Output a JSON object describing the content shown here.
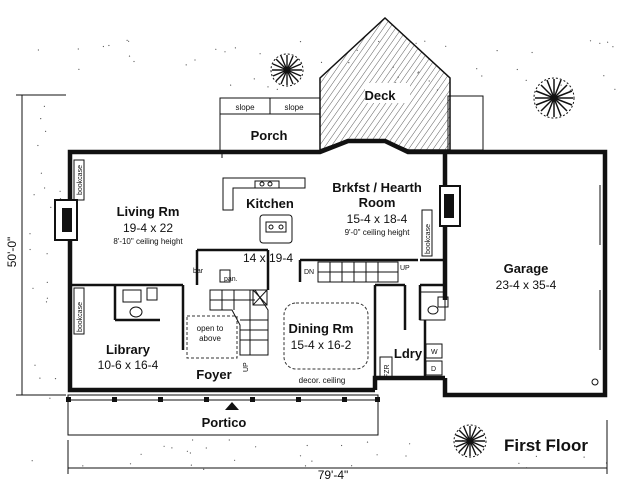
{
  "title": "First Floor",
  "overall_width": "79'-4\"",
  "overall_depth": "50'-0\"",
  "rooms": {
    "deck": {
      "name": "Deck"
    },
    "porch": {
      "name": "Porch",
      "slope_left": "slope",
      "slope_right": "slope"
    },
    "living": {
      "name": "Living Rm",
      "size": "19-4 x 22",
      "note": "8'-10\" ceiling height",
      "bookcase": "bookcase"
    },
    "kitchen": {
      "name": "Kitchen",
      "size": "14 x 19-4",
      "bar": "bar",
      "pan": "pan."
    },
    "breakfast": {
      "name": "Brkfst / Hearth",
      "name2": "Room",
      "size": "15-4 x 18-4",
      "note": "9'-0\" ceiling height",
      "bookcase": "bookcase"
    },
    "garage": {
      "name": "Garage",
      "size": "23-4 x 35-4"
    },
    "library": {
      "name": "Library",
      "size": "10-6 x 16-4",
      "bookcase": "bookcase"
    },
    "foyer": {
      "name": "Foyer",
      "open_line1": "open to",
      "open_line2": "above",
      "up": "UP"
    },
    "dining": {
      "name": "Dining Rm",
      "size": "15-4 x 16-2",
      "note": "decor. ceiling"
    },
    "laundry": {
      "name": "Ldry",
      "w": "W",
      "d": "D",
      "fzr": "FZR"
    },
    "stairs": {
      "dn": "DN",
      "up": "UP"
    },
    "portico": {
      "name": "Portico"
    }
  }
}
